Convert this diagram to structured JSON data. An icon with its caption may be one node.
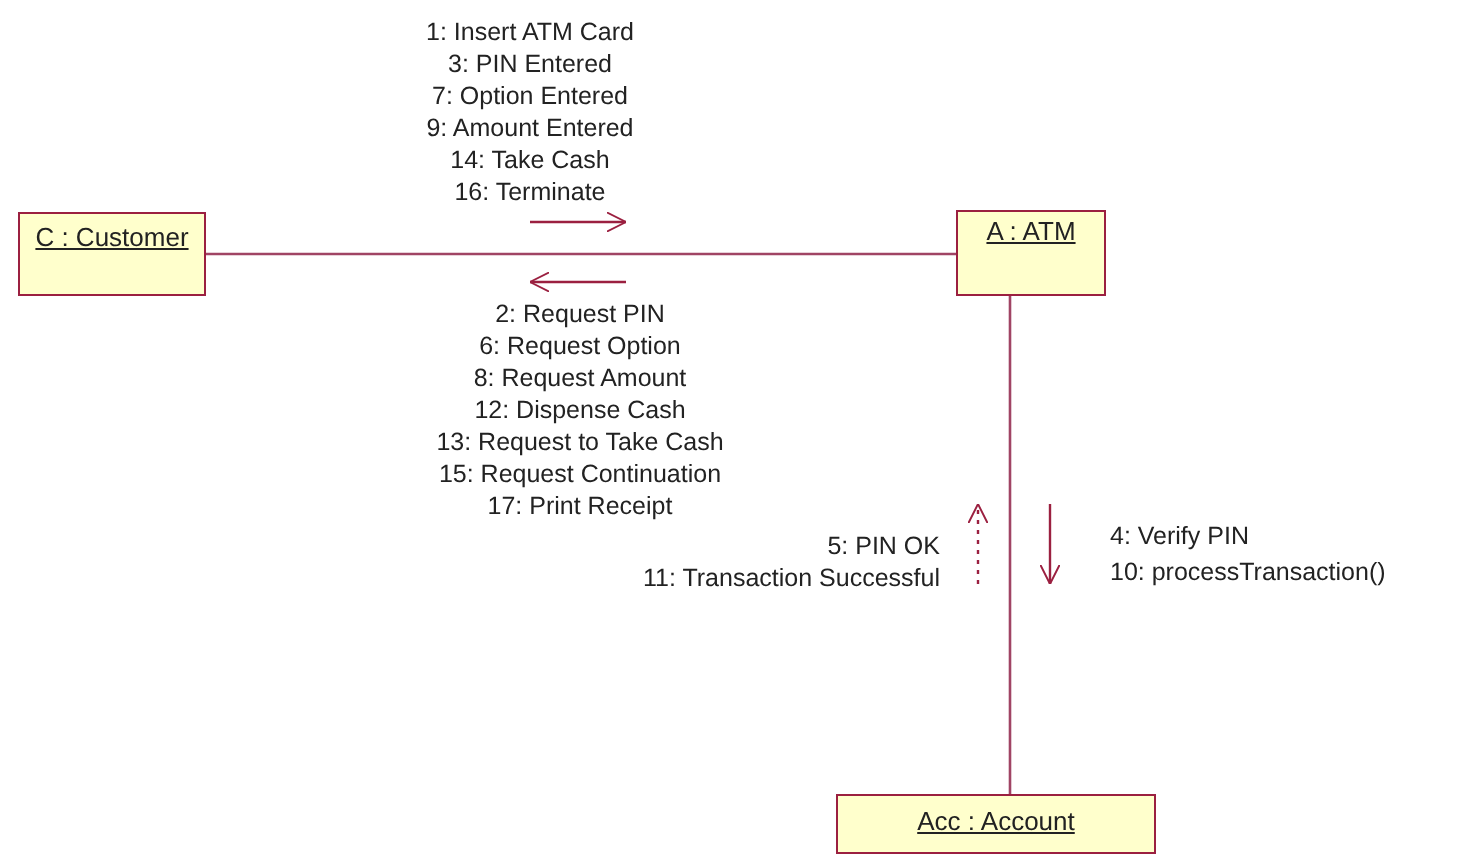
{
  "diagram": {
    "nodes": [
      {
        "text": [
          "C : Customer"
        ]
      },
      {
        "text": [
          "A : ATM"
        ]
      },
      {
        "text": [
          "Acc : Account"
        ]
      }
    ],
    "edges": [
      {
        "from": 0,
        "to": 1,
        "arrow": "none"
      },
      {
        "from": 1,
        "to": 2,
        "arrow": "none"
      }
    ],
    "labels": [
      "1: Insert ATM Card",
      "3: PIN Entered",
      "7: Option Entered",
      "9: Amount Entered",
      "14: Take Cash",
      "16: Terminate",
      "2: Request PIN",
      "6: Request Option",
      "8: Request Amount",
      "12: Dispense Cash",
      "13: Request to Take Cash",
      "15: Request Continuation",
      "17: Print Receipt",
      "5: PIN OK",
      "11: Transaction Successful",
      "4: Verify PIN",
      "10: processTransaction()"
    ]
  }
}
